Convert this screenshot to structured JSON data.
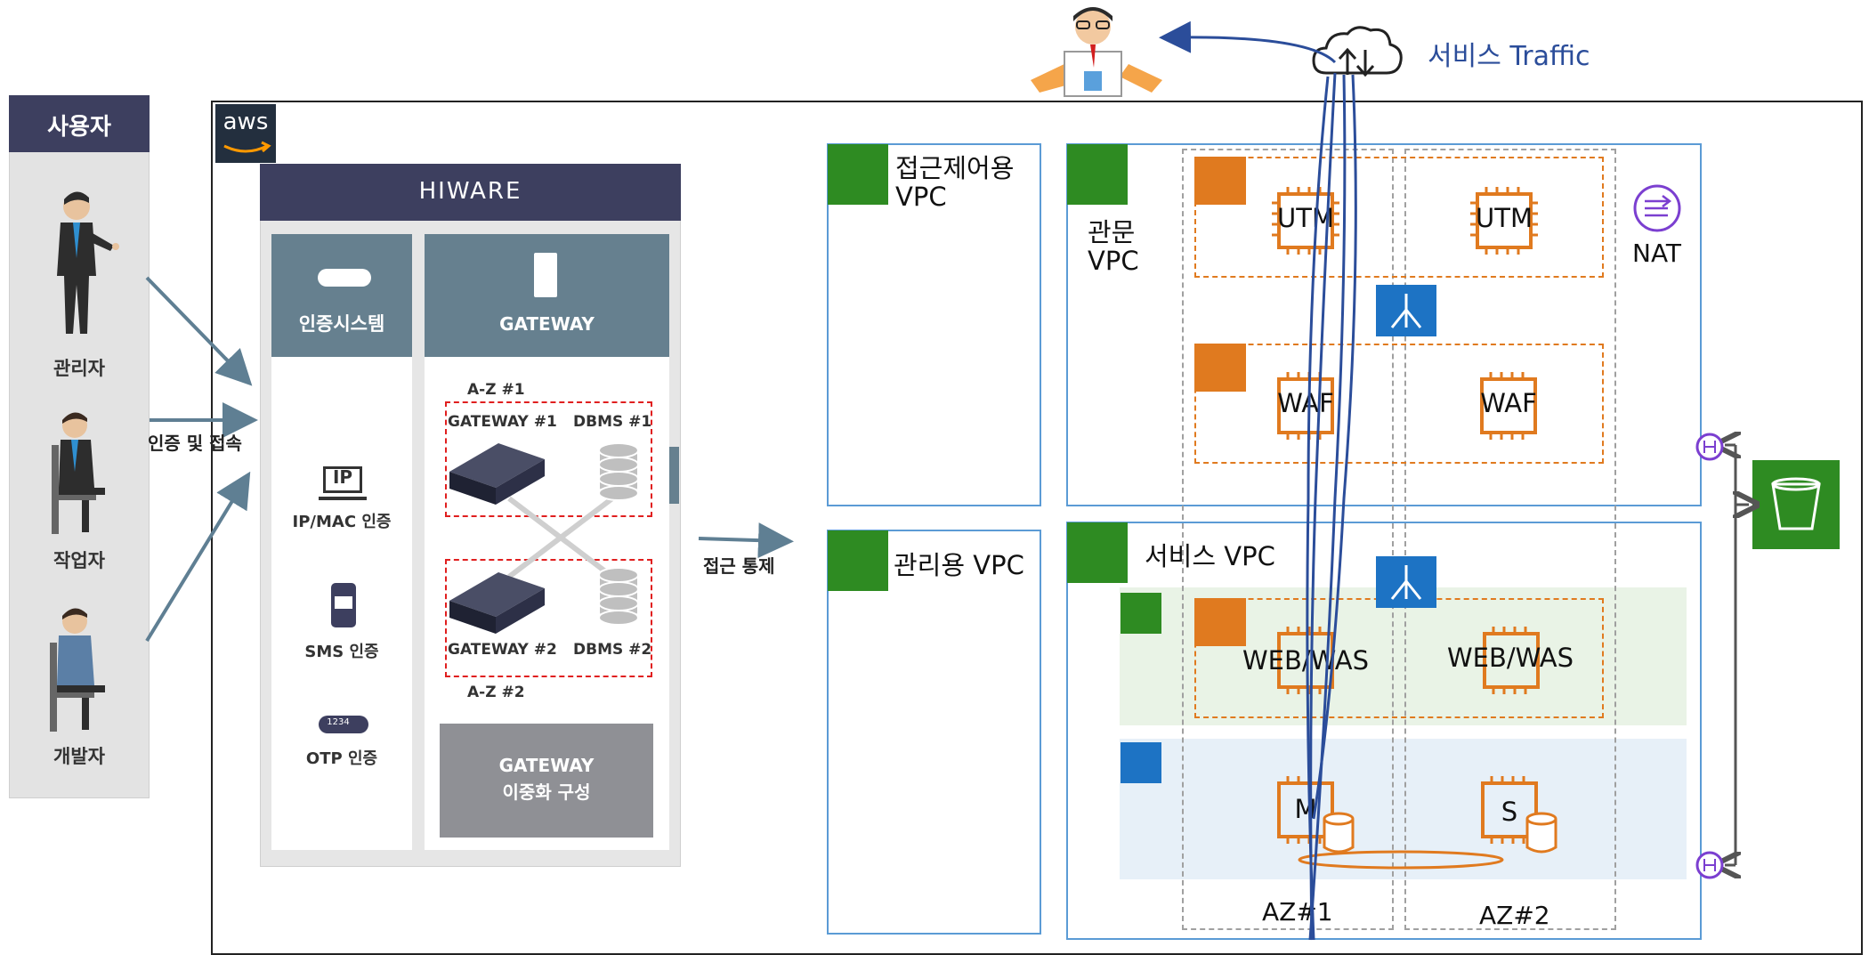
{
  "users_panel": {
    "title": "사용자",
    "roles": [
      "관리자",
      "작업자",
      "개발자"
    ]
  },
  "aws_logo": "aws",
  "flow_label_auth": "인증 및 접속",
  "flow_label_access": "접근 통제",
  "hiware": {
    "title": "HIWARE",
    "auth_column_title": "인증시스템",
    "gateway_column_title": "GATEWAY",
    "auth_methods": [
      "IP/MAC 인증",
      "SMS 인증",
      "OTP 인증"
    ],
    "ip_badge": "IP",
    "otp_badge": "1234",
    "az1": "A-Z #1",
    "az2": "A-Z #2",
    "gw1": "GATEWAY #1",
    "db1": "DBMS #1",
    "gw2": "GATEWAY #2",
    "db2": "DBMS #2",
    "redundancy_line1": "GATEWAY",
    "redundancy_line2": "이중화 구성"
  },
  "vpcs": {
    "access_control": [
      "접근제어용",
      "VPC"
    ],
    "management": "관리용 VPC",
    "gateway": [
      "관문",
      "VPC"
    ],
    "service": "서비스 VPC"
  },
  "components": {
    "utm": "UTM",
    "waf": "WAF",
    "webwas": "WEB/WAS",
    "master": "M",
    "slave": "S",
    "nat": "NAT",
    "az1": "AZ#1",
    "az2": "AZ#2"
  },
  "service_traffic": "서비스 Traffic",
  "colors": {
    "navy": "#3d3f5f",
    "slate": "#66808f",
    "aws_green": "#2e8b22",
    "orange": "#e07a1f",
    "blue": "#1d73c4",
    "purple": "#7b3fd0",
    "vpc_border": "#5b9bd5",
    "flow_arrow": "#5f7f93",
    "traffic": "#2b4d9a"
  }
}
